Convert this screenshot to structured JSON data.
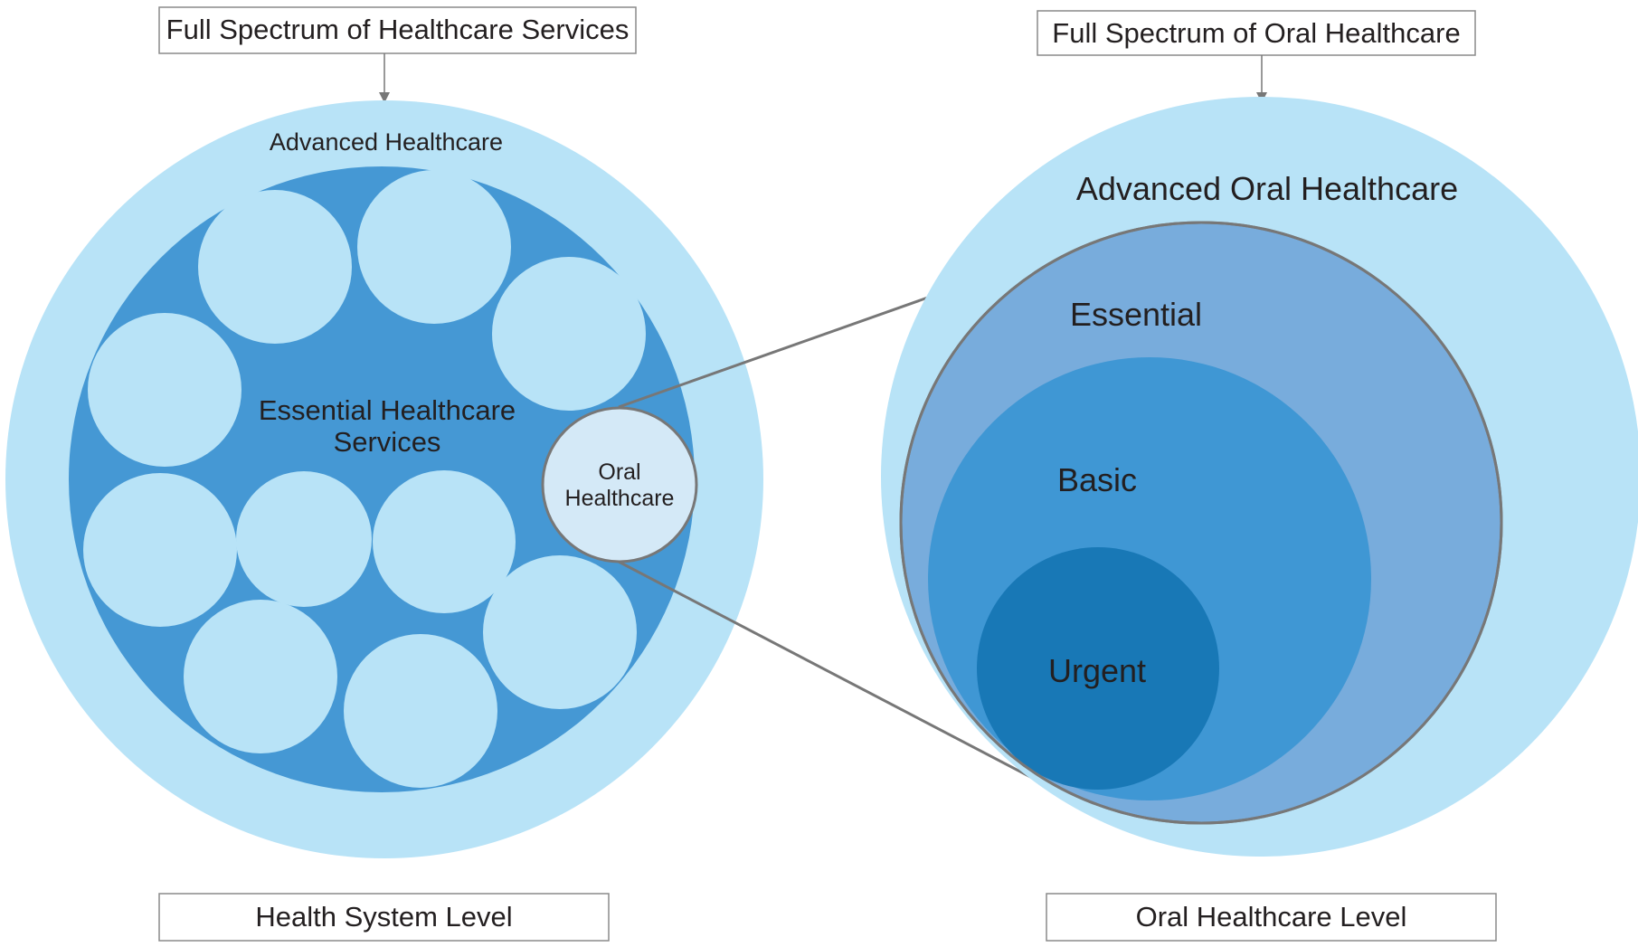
{
  "colors": {
    "outer_light": "#b8e3f7",
    "essential_blue": "#4598d4",
    "small_circle": "#b8e3f7",
    "oral_circle": "#d4e9f7",
    "essential_ring": "#78acdc",
    "basic_blue": "#3f97d4",
    "urgent_blue": "#1878b6",
    "outline_gray": "#777777",
    "box_border": "#8a8a8a"
  },
  "left": {
    "top_box": "Full Spectrum of Healthcare Services",
    "outer_label": "Advanced Healthcare",
    "inner_label_line1": "Essential Healthcare",
    "inner_label_line2": "Services",
    "oral_label_line1": "Oral",
    "oral_label_line2": "Healthcare",
    "bottom_box": "Health System Level"
  },
  "right": {
    "top_box": "Full Spectrum of Oral Healthcare",
    "outer_label": "Advanced Oral Healthcare",
    "essential_label": "Essential",
    "basic_label": "Basic",
    "urgent_label": "Urgent",
    "bottom_box": "Oral Healthcare Level"
  }
}
